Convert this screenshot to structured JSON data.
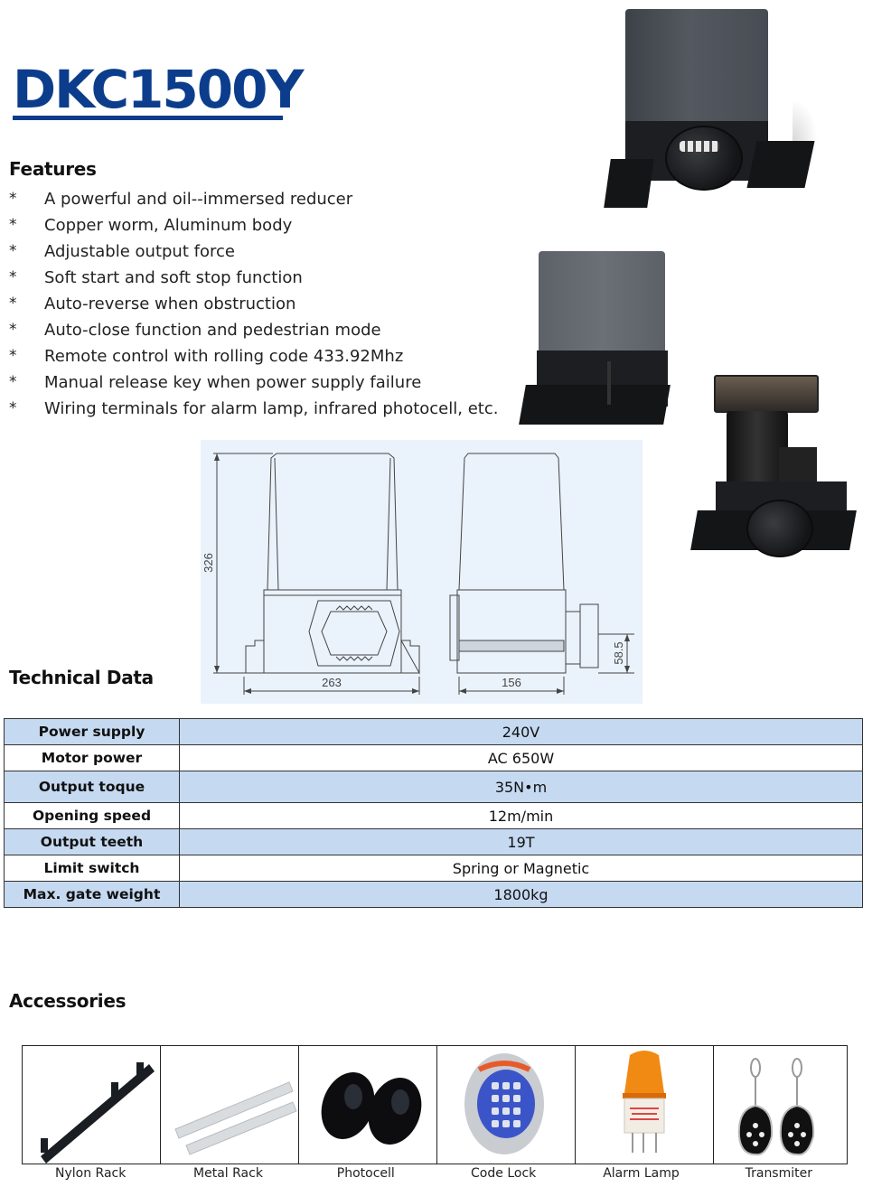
{
  "title": "DKC1500Y",
  "features": {
    "heading": "Features",
    "bullet": "*",
    "items": [
      "A powerful and oil--immersed reducer",
      "Copper worm, Aluminum body",
      "Adjustable output force",
      "Soft start and soft stop function",
      "Auto-reverse when obstruction",
      "Auto-close function and pedestrian mode",
      "Remote control with rolling code 433.92Mhz",
      "Manual release key when power supply failure",
      "Wiring terminals for alarm lamp, infrared photocell, etc."
    ]
  },
  "drawing": {
    "height_label": "326",
    "width_front_label": "263",
    "width_side_label": "156",
    "shaft_height_label": "58.5"
  },
  "technical_data": {
    "heading": "Technical Data",
    "rows": [
      {
        "label": "Power supply",
        "value": "240V"
      },
      {
        "label": "Motor power",
        "value": "AC 650W"
      },
      {
        "label": "Output toque",
        "value": "35N•m"
      },
      {
        "label": "Opening speed",
        "value": "12m/min"
      },
      {
        "label": "Output teeth",
        "value": "19T"
      },
      {
        "label": "Limit switch",
        "value": "Spring or Magnetic"
      },
      {
        "label": "Max. gate weight",
        "value": "1800kg"
      }
    ]
  },
  "accessories": {
    "heading": "Accessories",
    "items": [
      {
        "label": "Nylon Rack",
        "icon": "nylon-rack"
      },
      {
        "label": "Metal Rack",
        "icon": "metal-rack"
      },
      {
        "label": "Photocell",
        "icon": "photocell"
      },
      {
        "label": "Code Lock",
        "icon": "code-lock"
      },
      {
        "label": "Alarm Lamp",
        "icon": "alarm-lamp"
      },
      {
        "label": "Transmiter",
        "icon": "transmitter"
      }
    ]
  },
  "colors": {
    "title": "#0b3d8c",
    "table_shade": "#c5d9f1",
    "drawing_bg": "#eaf2fb"
  }
}
